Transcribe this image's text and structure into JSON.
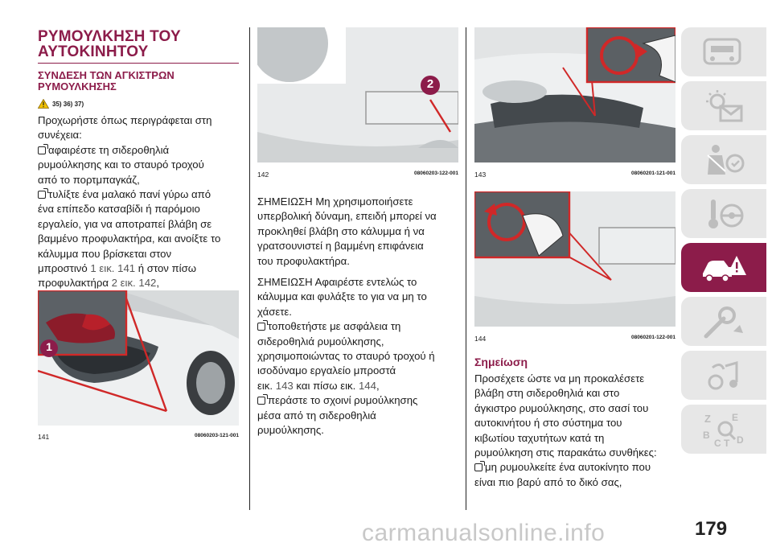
{
  "left": {
    "title_line1": "ΡΥΜΟΥΛΚΗΣΗ ΤΟΥ",
    "title_line2": "ΑΥΤΟΚΙΝΗΤΟΥ",
    "subtitle_line1": "ΣΥΝΔΕΣΗ ΤΩΝ ΑΓΚΙΣΤΡΩΝ",
    "subtitle_line2": "ΡΥΜΟΥΛΚΗΣΗΣ",
    "warning_refs": "35) 36) 37)",
    "intro_1": "Προχωρήστε όπως περιγράφεται στη",
    "intro_2": "συνέχεια:",
    "b1_1": "αφαιρέστε τη σιδεροθηλιά",
    "b1_2": "ρυμούλκησης και το σταυρό τροχού",
    "b1_3": "από το πορτμπαγκάζ,",
    "b2_1": "τυλίξτε ένα μαλακό πανί γύρω από",
    "b2_2": "ένα επίπεδο κατσαβίδι ή παρόμοιο",
    "b2_3": "εργαλείο, για να αποτραπεί βλάβη σε",
    "b2_4": "βαμμένο προφυλακτήρα, και ανοίξτε το",
    "b2_5": "κάλυμμα που βρίσκεται στον",
    "b2_6a": "μπροστινό ",
    "b2_6ref": "1 εικ. 141",
    "b2_6b": " ή στον πίσω",
    "b2_7a": "προφυλακτήρα ",
    "b2_7ref": "2 εικ. 142",
    "b2_7b": ",",
    "fig141_num": "141",
    "fig141_code": "08060203-121-001",
    "fig141_callout": "1"
  },
  "middle": {
    "fig142_num": "142",
    "fig142_code": "08060203-122-001",
    "fig142_callout": "2",
    "n1_1": "ΣΗΜΕΙΩΣΗ Μη χρησιμοποιήσετε",
    "n1_2": "υπερβολική δύναμη, επειδή μπορεί να",
    "n1_3": "προκληθεί βλάβη στο κάλυμμα ή να",
    "n1_4": "γρατσουνιστεί η βαμμένη επιφάνεια",
    "n1_5": "του προφυλακτήρα.",
    "n2_1": "ΣΗΜΕΙΩΣΗ Αφαιρέστε εντελώς το",
    "n2_2": "κάλυμμα και φυλάξτε το για να μη το",
    "n2_3": "χάσετε.",
    "b3_1": "τοποθετήστε με ασφάλεια τη",
    "b3_2": "σιδεροθηλιά ρυμούλκησης,",
    "b3_3": "χρησιμοποιώντας το σταυρό τροχού ή",
    "b3_4": "ισοδύναμο εργαλείο μπροστά",
    "b3_5a": "εικ. ",
    "b3_5ref1": "143",
    "b3_5b": " και πίσω εικ. ",
    "b3_5ref2": "144",
    "b3_5c": ",",
    "b4_1": "περάστε το σχοινί ρυμούλκησης",
    "b4_2": "μέσα από τη σιδεροθηλιά",
    "b4_3": "ρυμούλκησης."
  },
  "right": {
    "fig143_num": "143",
    "fig143_code": "08060201-121-001",
    "fig144_num": "144",
    "fig144_code": "08060201-122-001",
    "note_title": "Σημείωση",
    "r1": "Προσέχετε ώστε να μη προκαλέσετε",
    "r2": "βλάβη στη σιδεροθηλιά και στο",
    "r3": "άγκιστρο ρυμούλκησης, στο σασί του",
    "r4": "αυτοκινήτου ή στο σύστημα του",
    "r5": "κιβωτίου ταχυτήτων κατά τη",
    "r6": "ρυμούλκηση στις παρακάτω συνθήκες:",
    "b5_1": "μη ρυμουλκείτε ένα αυτοκίνητο που",
    "b5_2": "είναι πιο βαρύ από το δικό σας,"
  },
  "page_number": "179",
  "watermark": "carmanualsonline.info",
  "colors": {
    "accent": "#8c1c4a",
    "tab_grey": "#e7e7e7",
    "icon_grey": "#bdbdbd"
  },
  "tab_icons": [
    "car-dashboard-icon",
    "warning-lights-icon",
    "safety-seatbelt-icon",
    "key-steering-icon",
    "emergency-car-icon",
    "maintenance-wrench-icon",
    "multimedia-music-icon",
    "index-alphabet-icon"
  ]
}
